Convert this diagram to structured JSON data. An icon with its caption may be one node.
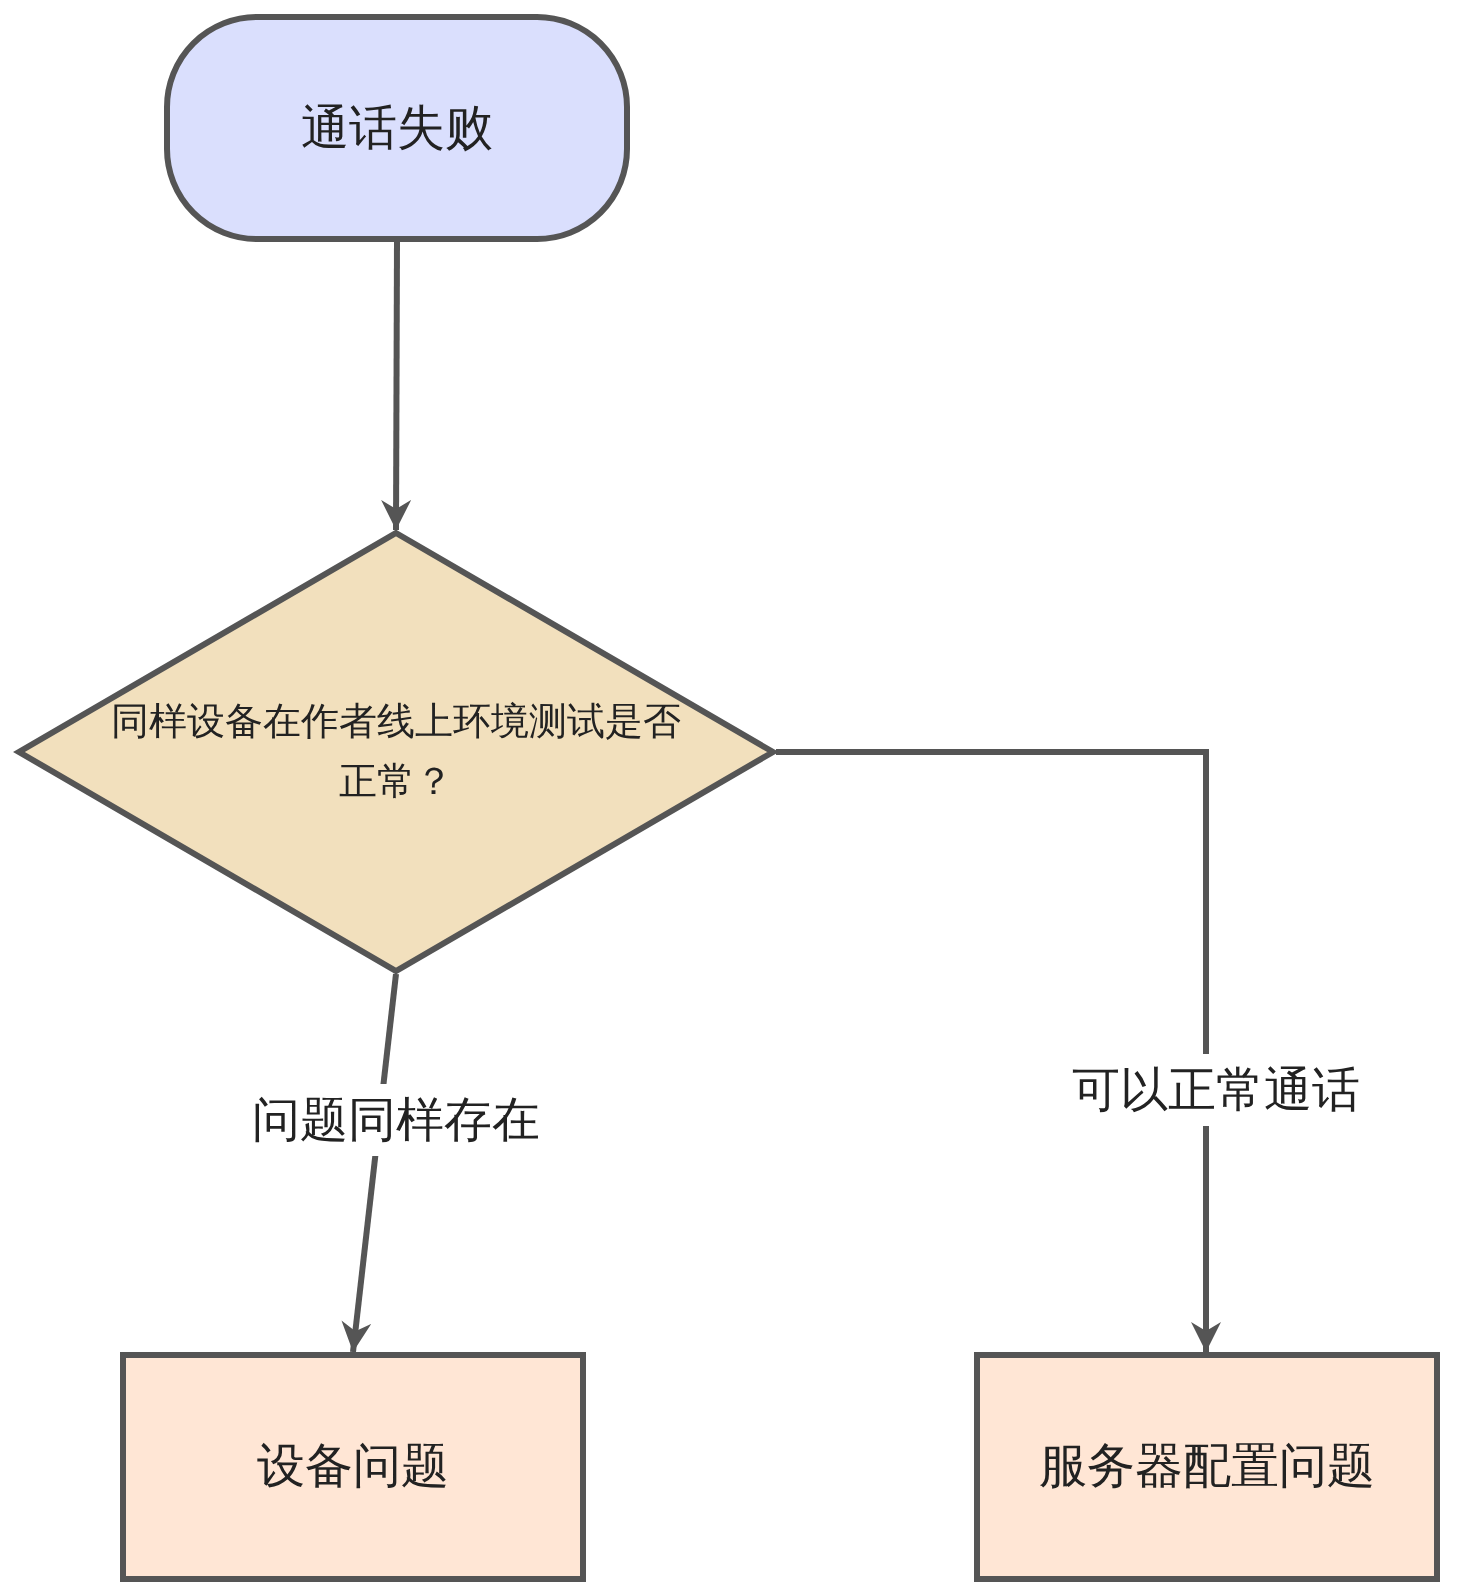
{
  "diagram": {
    "nodes": [
      {
        "text": [
          "通话失败"
        ]
      },
      {
        "text": [
          "同样设备在作者线上环境测试是否正常？"
        ]
      },
      {
        "text": [
          "设备问题"
        ]
      },
      {
        "text": [
          "服务器配置问题"
        ]
      }
    ],
    "edges": [
      {
        "from": 0,
        "to": 1,
        "arrow": "to"
      },
      {
        "from": 1,
        "to": 2,
        "arrow": "to",
        "label": "问题同样存在"
      },
      {
        "from": 1,
        "to": 3,
        "arrow": "to",
        "label": "可以正常通话"
      }
    ]
  }
}
